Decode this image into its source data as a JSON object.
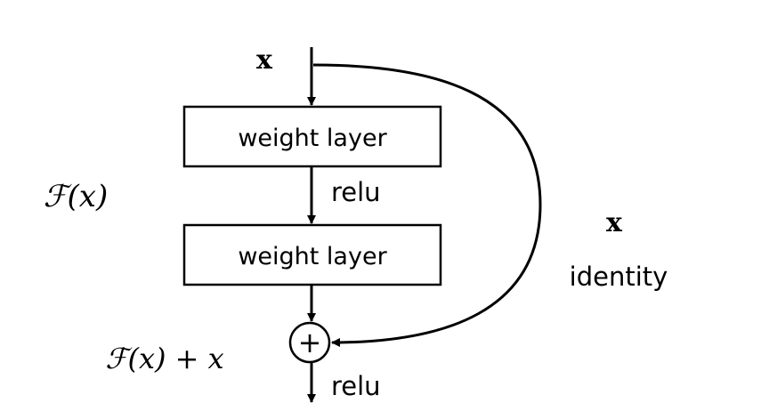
{
  "diagram": {
    "input_label": "x",
    "layers": [
      {
        "label": "weight layer"
      },
      {
        "label": "weight layer"
      }
    ],
    "activation_between": "relu",
    "activation_after": "relu",
    "residual_label": "ℱ(x)",
    "sum_label": "ℱ(x) + x",
    "sum_symbol": "+",
    "shortcut_label": "x",
    "shortcut_name": "identity",
    "colors": {
      "stroke": "#000000",
      "background": "#ffffff"
    }
  }
}
